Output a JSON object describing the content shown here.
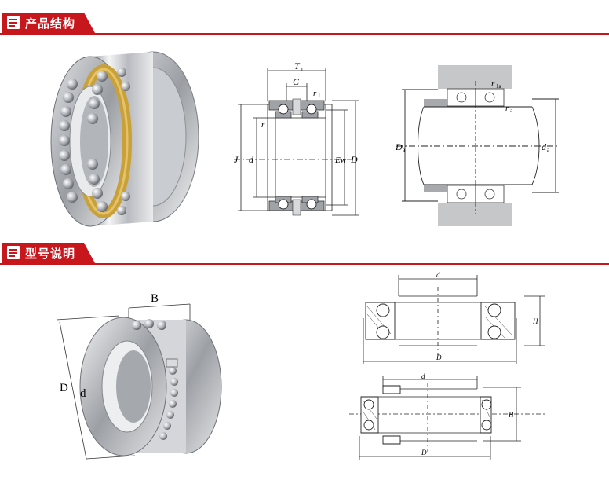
{
  "sections": [
    {
      "title": "产品结构"
    },
    {
      "title": "型号说明"
    }
  ],
  "diagram1": {
    "T1": "T",
    "T1_sub": "1",
    "C": "C",
    "r1": "r",
    "r1_sub": "1",
    "r": "r",
    "J": "J",
    "d": "d",
    "Ew": "Ew",
    "D": "D"
  },
  "diagram2": {
    "Da": "D",
    "Da_sub": "a",
    "da": "d",
    "da_sub": "a",
    "r1a": "r",
    "r1a_sub": "1a",
    "ra": "r",
    "ra_sub": "a"
  },
  "photo2": {
    "B": "B",
    "D": "D",
    "d": "d"
  },
  "diagram3": {
    "d": "d",
    "D": "D",
    "H": "H"
  },
  "diagram4": {
    "d": "d",
    "D": "D",
    "H": "H"
  }
}
